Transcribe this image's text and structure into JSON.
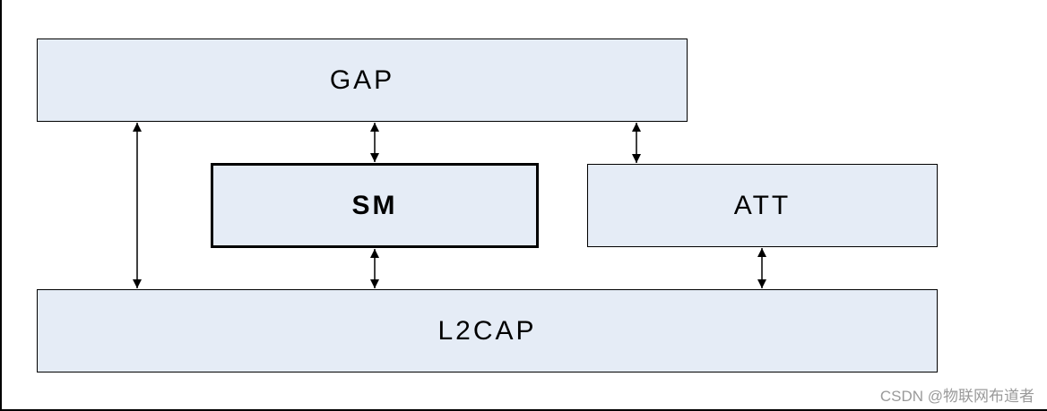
{
  "diagram": {
    "blocks": {
      "gap": "GAP",
      "sm": "SM",
      "att": "ATT",
      "l2cap": "L2CAP"
    },
    "connections": [
      {
        "from": "GAP",
        "to": "L2CAP",
        "direction": "bidirectional"
      },
      {
        "from": "GAP",
        "to": "SM",
        "direction": "bidirectional"
      },
      {
        "from": "GAP",
        "to": "ATT",
        "direction": "bidirectional"
      },
      {
        "from": "SM",
        "to": "L2CAP",
        "direction": "bidirectional"
      },
      {
        "from": "ATT",
        "to": "L2CAP",
        "direction": "bidirectional"
      }
    ],
    "colors": {
      "block_fill": "#e5ecf6",
      "stroke": "#000000"
    }
  },
  "watermark": "CSDN @物联网布道者"
}
